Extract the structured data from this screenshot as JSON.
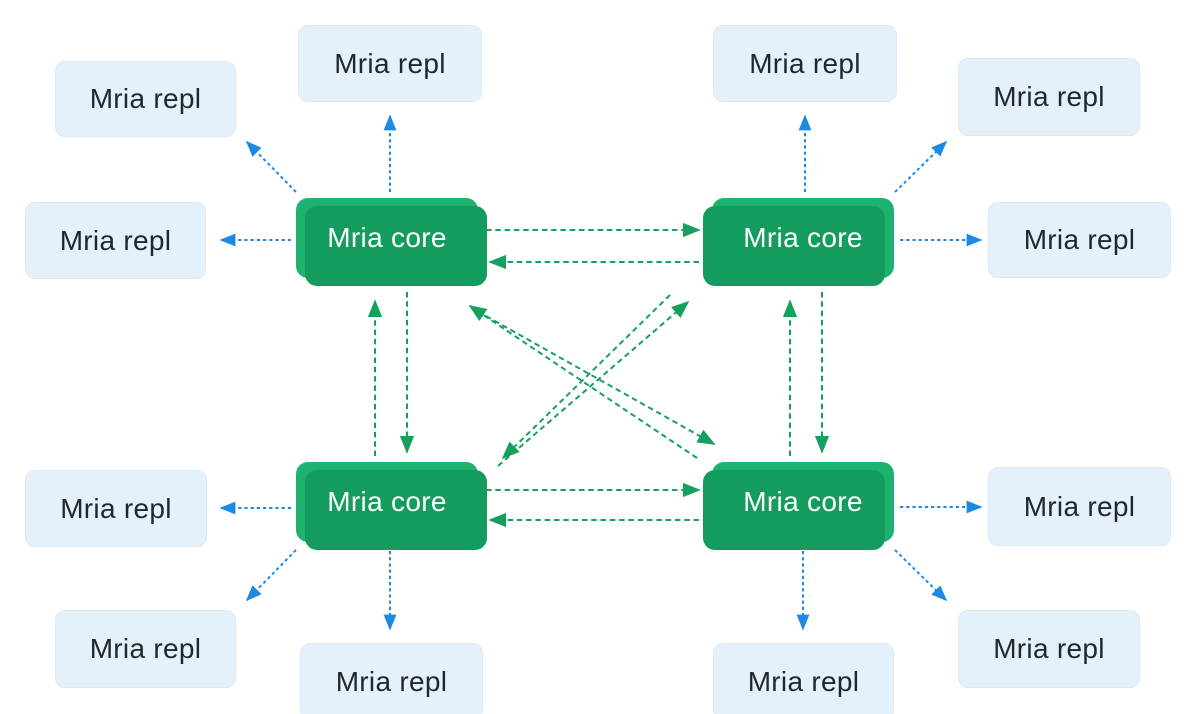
{
  "diagram": {
    "background": "#ffffff",
    "colors": {
      "core_fill": "#1FB26E",
      "core_shadow": "#149C5F",
      "core_text": "#ffffff",
      "repl_fill": "#E4F1FB",
      "repl_border": "#DAEAF8",
      "repl_text": "#20282E"
    },
    "links": {
      "core_core": {
        "color": "#16A05F",
        "style": "dashed",
        "arrowhead": "filled-triangle"
      },
      "core_repl": {
        "color": "#1E88E5",
        "style": "dashed",
        "arrowhead": "filled-triangle"
      }
    },
    "nodes": {
      "core_top_left": {
        "label": "Mria core"
      },
      "core_top_right": {
        "label": "Mria core"
      },
      "core_bottom_left": {
        "label": "Mria core"
      },
      "core_bottom_right": {
        "label": "Mria core"
      },
      "repl_top_left": {
        "label": "Mria repl"
      },
      "repl_top_mid_left": {
        "label": "Mria repl"
      },
      "repl_top_mid_right": {
        "label": "Mria repl"
      },
      "repl_top_right": {
        "label": "Mria repl"
      },
      "repl_left_upper": {
        "label": "Mria repl"
      },
      "repl_right_upper": {
        "label": "Mria repl"
      },
      "repl_left_lower": {
        "label": "Mria repl"
      },
      "repl_right_lower": {
        "label": "Mria repl"
      },
      "repl_bottom_left": {
        "label": "Mria repl"
      },
      "repl_bottom_mid_left": {
        "label": "Mria repl"
      },
      "repl_bottom_mid_right": {
        "label": "Mria repl"
      },
      "repl_bottom_right": {
        "label": "Mria repl"
      }
    },
    "connections": [
      {
        "from": "core_top_left",
        "to": "core_top_right",
        "type": "core_core"
      },
      {
        "from": "core_top_right",
        "to": "core_top_left",
        "type": "core_core"
      },
      {
        "from": "core_bottom_left",
        "to": "core_bottom_right",
        "type": "core_core"
      },
      {
        "from": "core_bottom_right",
        "to": "core_bottom_left",
        "type": "core_core"
      },
      {
        "from": "core_bottom_left",
        "to": "core_top_left",
        "type": "core_core"
      },
      {
        "from": "core_top_left",
        "to": "core_bottom_left",
        "type": "core_core"
      },
      {
        "from": "core_bottom_right",
        "to": "core_top_right",
        "type": "core_core"
      },
      {
        "from": "core_top_right",
        "to": "core_bottom_right",
        "type": "core_core"
      },
      {
        "from": "core_bottom_right",
        "to": "core_top_left",
        "type": "core_core"
      },
      {
        "from": "core_top_left",
        "to": "core_bottom_right",
        "type": "core_core"
      },
      {
        "from": "core_bottom_left",
        "to": "core_top_right",
        "type": "core_core"
      },
      {
        "from": "core_top_right",
        "to": "core_bottom_left",
        "type": "core_core"
      },
      {
        "from": "core_top_left",
        "to": "repl_top_mid_left",
        "type": "core_repl"
      },
      {
        "from": "core_top_left",
        "to": "repl_top_left",
        "type": "core_repl"
      },
      {
        "from": "core_top_left",
        "to": "repl_left_upper",
        "type": "core_repl"
      },
      {
        "from": "core_top_right",
        "to": "repl_top_mid_right",
        "type": "core_repl"
      },
      {
        "from": "core_top_right",
        "to": "repl_top_right",
        "type": "core_repl"
      },
      {
        "from": "core_top_right",
        "to": "repl_right_upper",
        "type": "core_repl"
      },
      {
        "from": "core_bottom_left",
        "to": "repl_left_lower",
        "type": "core_repl"
      },
      {
        "from": "core_bottom_left",
        "to": "repl_bottom_left",
        "type": "core_repl"
      },
      {
        "from": "core_bottom_left",
        "to": "repl_bottom_mid_left",
        "type": "core_repl"
      },
      {
        "from": "core_bottom_right",
        "to": "repl_right_lower",
        "type": "core_repl"
      },
      {
        "from": "core_bottom_right",
        "to": "repl_bottom_right",
        "type": "core_repl"
      },
      {
        "from": "core_bottom_right",
        "to": "repl_bottom_mid_right",
        "type": "core_repl"
      }
    ]
  }
}
